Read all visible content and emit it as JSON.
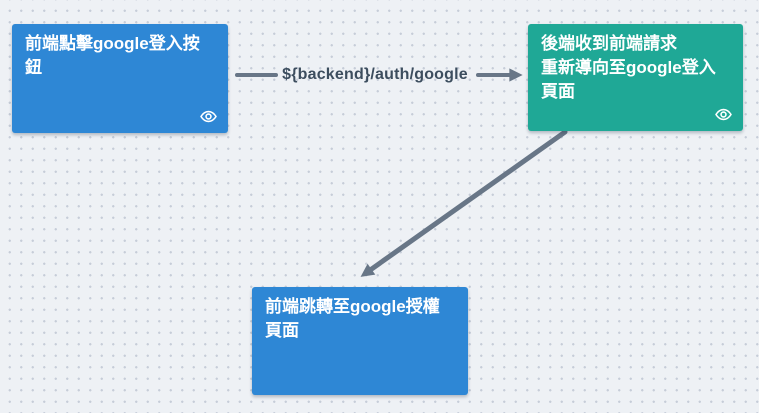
{
  "canvas": {
    "background": "#eef1f5",
    "dot_color": "#c6cdd8"
  },
  "nodes": [
    {
      "id": "frontend-click-login",
      "color": "#2e87d5",
      "text_color": "#ffffff",
      "text": "前端點擊google登入按鈕",
      "lines": [
        "前端點擊google登入按",
        "鈕"
      ],
      "icon": "eye-icon"
    },
    {
      "id": "backend-redirect-google",
      "color": "#1fa896",
      "text_color": "#ffffff",
      "text": "後端收到前端請求 重新導向至google登入頁面",
      "lines": [
        "後端收到前端請求",
        "重新導向至google登入",
        "頁面"
      ],
      "icon": "eye-icon"
    },
    {
      "id": "frontend-goto-google-auth",
      "color": "#2e87d5",
      "text_color": "#ffffff",
      "text": "前端跳轉至google授權頁面",
      "lines": [
        "前端跳轉至google授權",
        "頁面"
      ]
    }
  ],
  "edges": [
    {
      "label": "${backend}/auth/google",
      "color": "#687687",
      "label_color": "#3c4d5e",
      "from": "frontend-click-login",
      "to": "backend-redirect-google"
    },
    {
      "color": "#687687",
      "from": "backend-redirect-google",
      "to": "frontend-goto-google-auth"
    }
  ]
}
